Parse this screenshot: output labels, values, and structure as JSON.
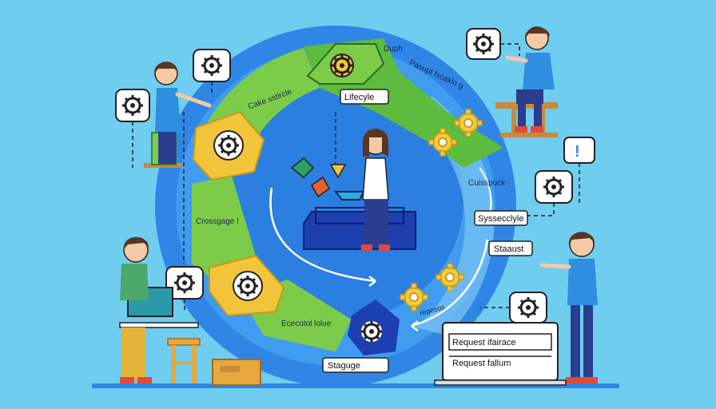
{
  "colors": {
    "background": "#6fcdf0",
    "ring_outer": "#2f86e6",
    "ring_inner": "#3f9cf0",
    "green": "#7ccc4a",
    "yellow": "#f2c43a",
    "navy": "#1e3fb0"
  },
  "labels": {
    "lifecycle": "Lifecyle",
    "duph": "Duph",
    "cake": "Cake sstircle",
    "pasupt": "Pasupt fscaklo g",
    "crossgage": "Crossgage !",
    "cuisspock": "Cuisspock",
    "syssecclyle": "Syssecclyle",
    "staust": "Staaust",
    "eceoteol": "Ececotol lolue",
    "staguge": "Staguge",
    "request1": "Request ifairace",
    "request2": "Request fallum",
    "regeso": "regesos",
    "alert": "!"
  },
  "icons": [
    "gear-icon",
    "alert-icon",
    "person-figure",
    "monitor-icon",
    "stool",
    "printer"
  ]
}
